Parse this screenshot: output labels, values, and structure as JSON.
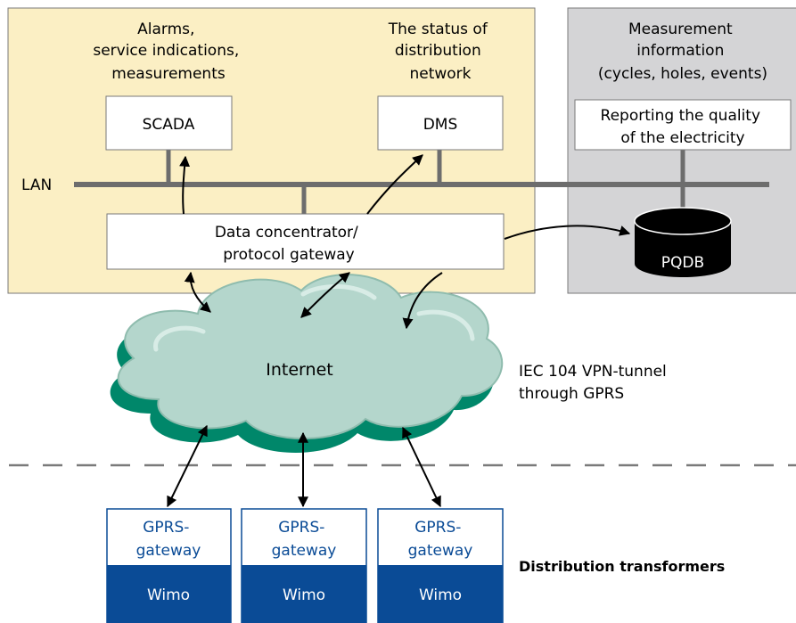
{
  "control_center": {
    "alarms_label": [
      "Alarms,",
      "service indications,",
      "measurements"
    ],
    "status_label": [
      "The status of",
      "distribution",
      "network"
    ],
    "scada": "SCADA",
    "dms": "DMS",
    "lan": "LAN",
    "concentrator": [
      "Data concentrator/",
      "protocol gateway"
    ]
  },
  "measurement_area": {
    "info_label": [
      "Measurement",
      "information",
      "(cycles, holes, events)"
    ],
    "reporting": [
      "Reporting the quality",
      "of the electricity"
    ],
    "pqdb": "PQDB"
  },
  "network": {
    "internet": "Internet",
    "vpn_label": [
      "IEC 104 VPN-tunnel",
      "through GPRS"
    ]
  },
  "field": {
    "gateways": [
      {
        "top": [
          "GPRS-",
          "gateway"
        ],
        "bottom": "Wimo"
      },
      {
        "top": [
          "GPRS-",
          "gateway"
        ],
        "bottom": "Wimo"
      },
      {
        "top": [
          "GPRS-",
          "gateway"
        ],
        "bottom": "Wimo"
      }
    ],
    "transformers_label": "Distribution transformers"
  },
  "colors": {
    "control_bg": "#fbefc4",
    "measurement_bg": "#d4d4d6",
    "lan": "#6d6d6d",
    "cloud_front": "#b4d6cc",
    "cloud_back": "#00876a",
    "wimo_blue": "#0a4b96",
    "gateway_text": "#0a4b96"
  }
}
